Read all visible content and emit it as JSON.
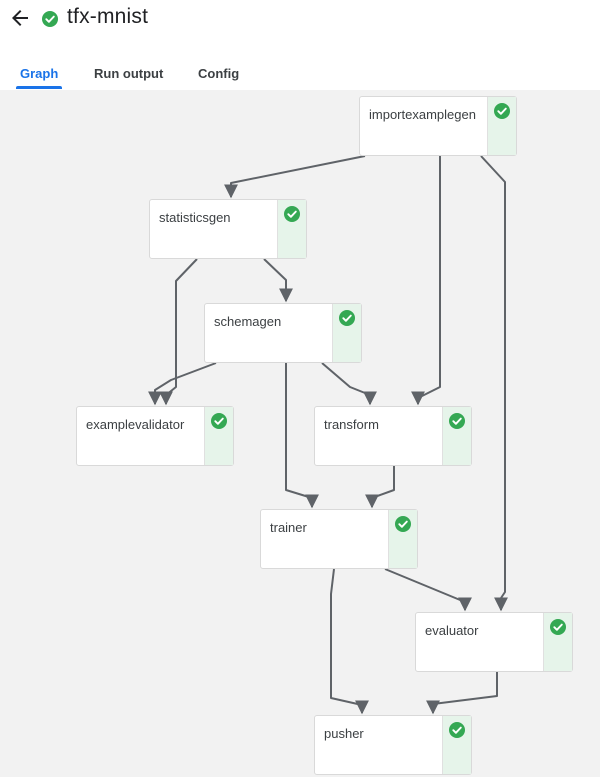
{
  "header": {
    "back_icon": "arrow-back-icon",
    "status_icon": "check-circle-icon",
    "status_color": "#34a853",
    "title": "tfx-mnist"
  },
  "tabs": [
    {
      "label": "Graph",
      "active": true
    },
    {
      "label": "Run output",
      "active": false
    },
    {
      "label": "Config",
      "active": false
    }
  ],
  "colors": {
    "accent": "#1a73e8",
    "success": "#34a853",
    "success_bg": "#e6f4ea",
    "canvas_bg": "#f2f2f2",
    "edge": "#5f6368"
  },
  "graph": {
    "nodes": [
      {
        "id": "importexamplegen",
        "label": "importexamplegen",
        "status": "succeeded"
      },
      {
        "id": "statisticsgen",
        "label": "statisticsgen",
        "status": "succeeded"
      },
      {
        "id": "schemagen",
        "label": "schemagen",
        "status": "succeeded"
      },
      {
        "id": "examplevalidator",
        "label": "examplevalidator",
        "status": "succeeded"
      },
      {
        "id": "transform",
        "label": "transform",
        "status": "succeeded"
      },
      {
        "id": "trainer",
        "label": "trainer",
        "status": "succeeded"
      },
      {
        "id": "evaluator",
        "label": "evaluator",
        "status": "succeeded"
      },
      {
        "id": "pusher",
        "label": "pusher",
        "status": "succeeded"
      }
    ],
    "edges": [
      [
        "importexamplegen",
        "statisticsgen"
      ],
      [
        "importexamplegen",
        "transform"
      ],
      [
        "importexamplegen",
        "evaluator"
      ],
      [
        "statisticsgen",
        "schemagen"
      ],
      [
        "statisticsgen",
        "examplevalidator"
      ],
      [
        "schemagen",
        "examplevalidator"
      ],
      [
        "schemagen",
        "transform"
      ],
      [
        "schemagen",
        "trainer"
      ],
      [
        "transform",
        "trainer"
      ],
      [
        "trainer",
        "evaluator"
      ],
      [
        "trainer",
        "pusher"
      ],
      [
        "evaluator",
        "pusher"
      ]
    ]
  }
}
